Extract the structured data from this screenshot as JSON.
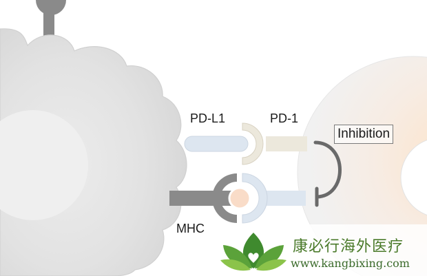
{
  "labels": {
    "pd_l1": "PD-L1",
    "pd_1": "PD-1",
    "mhc": "MHC",
    "inhibition": "Inhibition"
  },
  "watermark": {
    "chinese": "康必行海外医疗",
    "url": "www.kangbixing.com"
  },
  "colors": {
    "tumor_cell": "#e4e4e4",
    "nucleus": "#efefef",
    "t_cell_glow": "#fde8d4",
    "pd_l1_stalk": "#dde6f0",
    "pd_1_stalk": "#ece8dc",
    "mhc_stalk": "#8a8a8a",
    "antigen": "#f9dcc8",
    "inhibition_arrow": "#6a6a6a",
    "logo_green": "#3f8a2e"
  }
}
